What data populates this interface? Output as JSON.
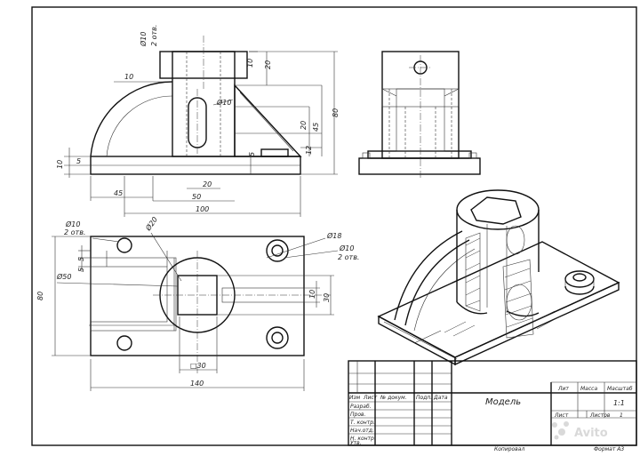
{
  "front_view": {
    "dims": {
      "hole_d": "Ø10",
      "hole_qty": "2 отв.",
      "top_10": "10",
      "top_20": "20",
      "slot_d": "Ø10",
      "h_80": "80",
      "h_45": "45",
      "h_20": "20",
      "h_12": "12",
      "h_5": "5",
      "left_10": "10",
      "left_5": "5",
      "w_10": "10",
      "w_45": "45",
      "w_20": "20",
      "w_50": "50",
      "w_100": "100"
    }
  },
  "top_view": {
    "dims": {
      "hole_d": "Ø10",
      "hole_qty": "2 отв.",
      "d20": "Ø20",
      "d18": "Ø18",
      "d10": "Ø10",
      "qty2": "2 отв.",
      "d50": "Ø50",
      "h_80": "80",
      "h_5a": "5",
      "h_5b": "5",
      "h_10": "10",
      "h_30": "30",
      "sq_30": "□30",
      "w_140": "140"
    }
  },
  "title_block": {
    "title": "Модель",
    "headers": {
      "izm": "Изм",
      "list": "Лист",
      "doc": "№ докум.",
      "sign": "Подп.",
      "date": "Дата",
      "lit": "Лит",
      "mass": "Масса",
      "scale": "Масштаб"
    },
    "roles": [
      "Разраб.",
      "Пров.",
      "Т. контр.",
      "Нач.отд.",
      "Н. контр.",
      "Утв."
    ],
    "scale_value": "1:1",
    "sheet_label": "Лист",
    "sheets_label": "Листов",
    "sheets_value": "1"
  },
  "footer": {
    "copied": "Копировал",
    "format": "Формат А3"
  },
  "watermark": {
    "text": "Avito"
  }
}
